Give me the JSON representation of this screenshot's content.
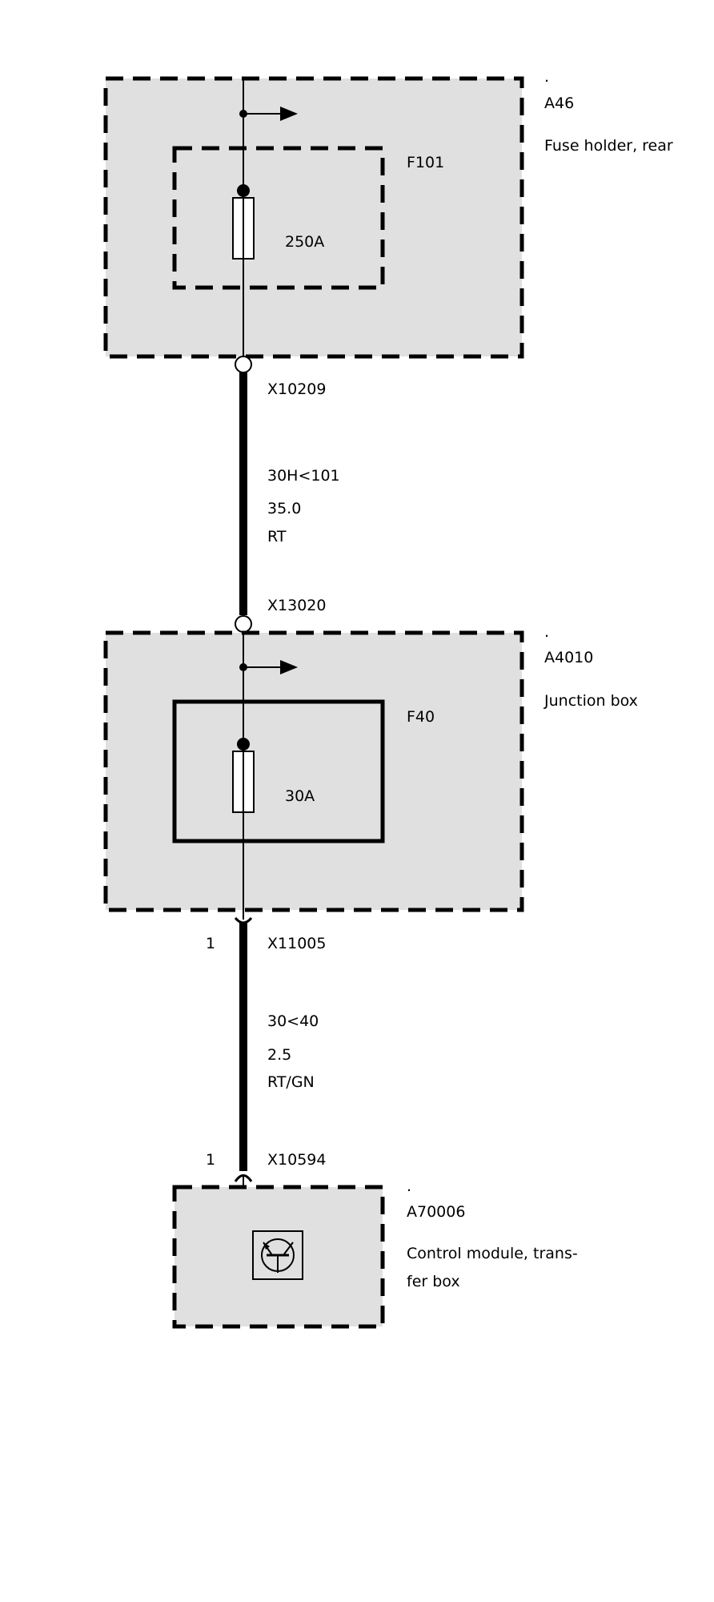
{
  "components": {
    "fuse_holder": {
      "dot": ".",
      "id": "A46",
      "name": "Fuse holder, rear"
    },
    "fuse_f101": {
      "id": "F101",
      "rating": "250A"
    },
    "junction_box": {
      "dot": ".",
      "id": "A4010",
      "name": "Junction box"
    },
    "fuse_f40": {
      "id": "F40",
      "rating": "30A"
    },
    "control_module": {
      "dot": ".",
      "id": "A70006",
      "name_line1": "Control module, trans-",
      "name_line2": "fer box"
    }
  },
  "connectors": {
    "x10209": "X10209",
    "x13020": "X13020",
    "x11005": {
      "id": "X11005",
      "pin": "1"
    },
    "x10594": {
      "id": "X10594",
      "pin": "1"
    }
  },
  "wires": {
    "wire1": {
      "circuit": "30H<101",
      "cross_section": "35.0",
      "color_code": "RT"
    },
    "wire2": {
      "circuit": "30<40",
      "cross_section": "2.5",
      "color_code": "RT/GN"
    }
  },
  "colors": {
    "box_fill": "#e0e0e0",
    "line": "#000000"
  }
}
